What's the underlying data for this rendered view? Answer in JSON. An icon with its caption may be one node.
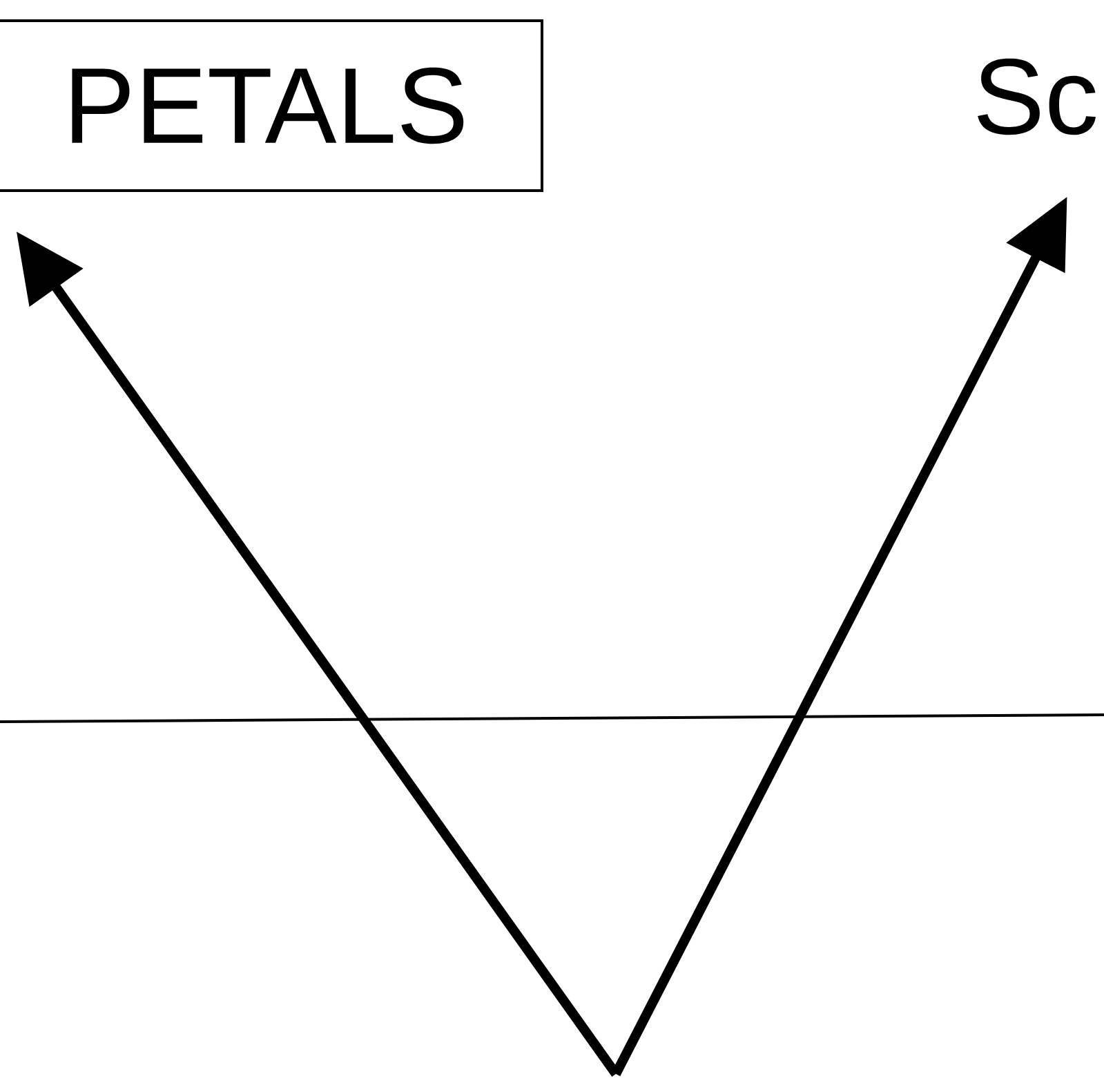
{
  "diagram": {
    "nodes": [
      {
        "text": [
          "PETALS"
        ]
      },
      {
        "text": [
          "Sc"
        ]
      }
    ],
    "edges": [
      {
        "from": null,
        "to": 0,
        "arrow": "to"
      },
      {
        "from": null,
        "to": 1,
        "arrow": "to"
      }
    ]
  }
}
